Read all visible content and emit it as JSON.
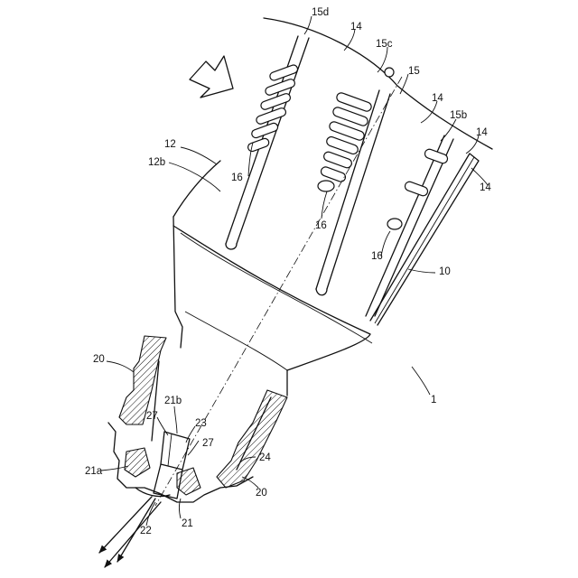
{
  "labels": {
    "l_15d": "15d",
    "l_14_top": "14",
    "l_15c": "15c",
    "l_15": "15",
    "l_14_mid": "14",
    "l_15b": "15b",
    "l_14_right": "14",
    "l_14_far": "14",
    "l_12": "12",
    "l_12b": "12b",
    "l_16_left": "16",
    "l_16_mid": "16",
    "l_16_right": "16",
    "l_10": "10",
    "l_1": "1",
    "l_20_top": "20",
    "l_20_bottom": "20",
    "l_21b": "21b",
    "l_27_left": "27",
    "l_23": "23",
    "l_27_right": "27",
    "l_24": "24",
    "l_21a": "21a",
    "l_22": "22",
    "l_21": "21"
  }
}
